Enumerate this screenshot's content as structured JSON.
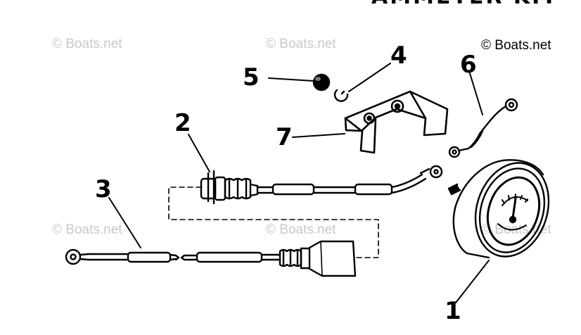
{
  "title": "AMMETER KIT",
  "copyright": "© Boats.net",
  "watermark": "© Boats.net",
  "callouts": {
    "n1": "1",
    "n2": "2",
    "n3": "3",
    "n4": "4",
    "n5": "5",
    "n6": "6",
    "n7": "7"
  },
  "colors": {
    "ink": "#000000",
    "watermark": "#c9c9c9",
    "background": "#ffffff"
  }
}
